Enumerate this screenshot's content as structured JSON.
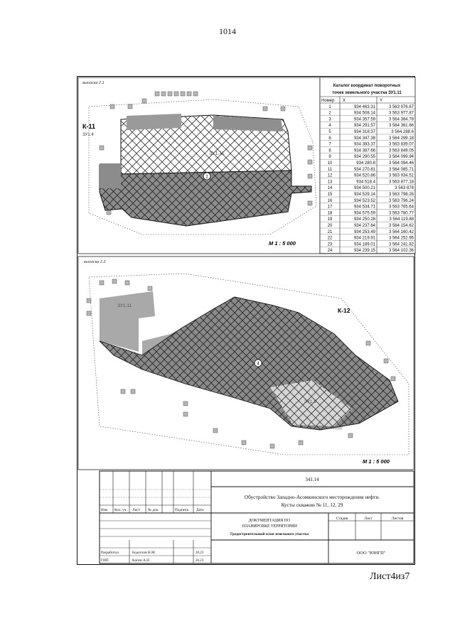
{
  "page_number": "1014",
  "footer_sheet": "Лист4из7",
  "view1": {
    "label": "выноска 2.1",
    "block_label": "К-11",
    "plot_label": "ЗУ1.4",
    "zone_label": "ЗУ1.11",
    "scale": "М 1 : 5 000",
    "circle_number": "2"
  },
  "catalog": {
    "title_line1": "Каталог координат поворотных",
    "title_line2": "точек земельного участка ЗУ1.11",
    "headers": [
      "Номер",
      "X",
      "Y"
    ],
    "rows": [
      [
        "1",
        "934 463.31",
        "3 563 976.67"
      ],
      [
        "2",
        "934 508.14",
        "3 563 977.87"
      ],
      [
        "3",
        "934 357.59",
        "3 564 384.78"
      ],
      [
        "4",
        "934 291.57",
        "3 564 361.66"
      ],
      [
        "5",
        "934 318.37",
        "3 564 288.6"
      ],
      [
        "6",
        "934 347.38",
        "3 564 299.18"
      ],
      [
        "7",
        "934 383.37",
        "3 563 839.07"
      ],
      [
        "8",
        "934 387.66",
        "3 563 849.05"
      ],
      [
        "9",
        "934 290.55",
        "3 564 099.94"
      ],
      [
        "10",
        "934 280.8",
        "3 564 094.46"
      ],
      [
        "11",
        "934 270.81",
        "3 564 085.71"
      ],
      [
        "12",
        "934 520.86",
        "3 563 934.51"
      ],
      [
        "13",
        "934 518.4",
        "3 563 877.18"
      ],
      [
        "14",
        "934 500.21",
        "3 563 878"
      ],
      [
        "15",
        "934 529.14",
        "3 563 798.26"
      ],
      [
        "16",
        "934 523.52",
        "3 563 796.24"
      ],
      [
        "17",
        "934 534.71",
        "3 563 765.64"
      ],
      [
        "18",
        "934 575.59",
        "3 563 780.77"
      ],
      [
        "19",
        "934 250.28",
        "3 564 119.88"
      ],
      [
        "20",
        "934 237.64",
        "3 564 154.62"
      ],
      [
        "21",
        "934 253.49",
        "3 564 160.42"
      ],
      [
        "22",
        "934 219.91",
        "3 564 252.95"
      ],
      [
        "23",
        "934 189.01",
        "3 564 241.82"
      ],
      [
        "24",
        "934 239.15",
        "3 564 102.36"
      ]
    ]
  },
  "view2": {
    "label": "выноска 2.2",
    "block_label": "К-12",
    "plot_label_a": "ЗУ1.11",
    "plot_label_b": "ЗУ1.5",
    "scale": "М 1 : 5 000",
    "circle_number": "4"
  },
  "stamp": {
    "code": "341.14",
    "project_line1": "Обустройство Западно-Асомкинского месторождения нефти.",
    "project_line2": "Кусты скважин № 11, 12, 29",
    "doc_line1": "ДОКУМЕНТАЦИЯ ПО",
    "doc_line2": "ПЛАНИРОВКЕ ТЕРРИТОРИИ",
    "sheet_title": "Градостроительный план земельного участка",
    "col_headers": [
      "Изм",
      "Кол. уч.",
      "Лист",
      "№ док.",
      "Подпись",
      "Дата"
    ],
    "stage_headers": [
      "Стадия",
      "Лист",
      "Листов"
    ],
    "rows": [
      {
        "role": "Разработал",
        "name": "Бодоглов Н.М.",
        "date": "20.23"
      },
      {
        "role": "ГИП",
        "name": "Кагин А.Н",
        "date": "20.23"
      }
    ],
    "company": "ООО \"ЮНГП\""
  }
}
